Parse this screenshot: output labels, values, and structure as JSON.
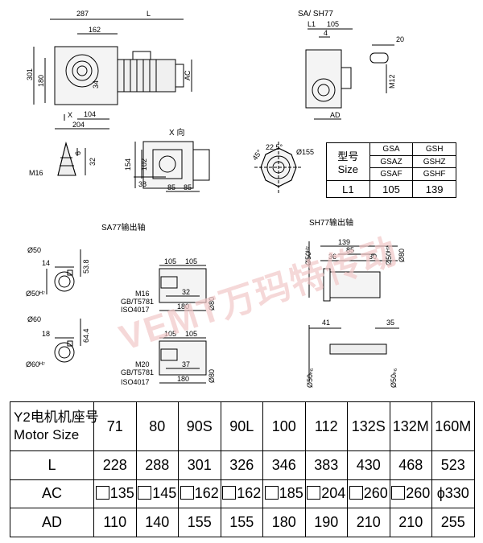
{
  "views": {
    "main": {
      "dims": [
        "287",
        "162",
        "L",
        "301",
        "180",
        "AC",
        "34",
        "X",
        "104",
        "204"
      ]
    },
    "sa_sh77": {
      "title": "SA/ SH77",
      "dims": [
        "L1",
        "105",
        "4",
        "20",
        "M12",
        "AD"
      ]
    },
    "keyhole": {
      "dims": [
        "6",
        "32",
        "M16"
      ]
    },
    "x_view": {
      "title": "X 向",
      "dims": [
        "154",
        "102",
        "38",
        "85",
        "85"
      ]
    },
    "flange": {
      "dims": [
        "22.5°",
        "45°",
        "Ø155"
      ]
    },
    "size_table": {
      "model_label": "型号",
      "size_label": "Size",
      "gsa": "GSA",
      "gsh": "GSH",
      "gsaz": "GSAZ",
      "gshz": "GSHZ",
      "gsaf": "GSAF",
      "gshf": "GSHF",
      "l1_label": "L1",
      "l1_gsa": "105",
      "l1_gsh": "139"
    },
    "sa77_out": {
      "title": "SA77输出轴",
      "bore1": [
        "Ø50",
        "14",
        "53.8",
        "Ø50ᴴ⁷"
      ],
      "bore2": [
        "Ø60",
        "18",
        "64.4",
        "Ø60ᴴ⁷"
      ],
      "shaft1": [
        "105",
        "105",
        "M16",
        "GB/T5781",
        "ISO4017",
        "32",
        "180",
        "Ø80"
      ],
      "shaft2": [
        "105",
        "105",
        "M20",
        "GB/T5781",
        "ISO4017",
        "37",
        "180",
        "Ø80"
      ]
    },
    "sh77_out": {
      "title": "SH77输出轴",
      "top": [
        "Ø50ᴴ⁷",
        "139",
        "85",
        "36",
        "30",
        "Ø50ᴴ⁷",
        "Ø80"
      ],
      "bottom": [
        "41",
        "35",
        "Ø50ₕ₆",
        "Ø50ₕ₆"
      ]
    }
  },
  "watermark": "VEMT万玛特传动",
  "table": {
    "header_cn": "Y2电机机座号",
    "header_en": "Motor Size",
    "sizes": [
      "71",
      "80",
      "90S",
      "90L",
      "100",
      "112",
      "132S",
      "132M",
      "160M"
    ],
    "rows": [
      {
        "label": "L",
        "values": [
          "228",
          "288",
          "301",
          "326",
          "346",
          "383",
          "430",
          "468",
          "523"
        ]
      },
      {
        "label": "AC",
        "values": [
          "135",
          "145",
          "162",
          "162",
          "185",
          "204",
          "260",
          "260",
          "ϕ330"
        ]
      },
      {
        "label": "AD",
        "values": [
          "110",
          "140",
          "155",
          "155",
          "180",
          "190",
          "210",
          "210",
          "255"
        ]
      }
    ],
    "ac_square_prefix": [
      true,
      true,
      true,
      true,
      true,
      true,
      true,
      true,
      false
    ]
  }
}
